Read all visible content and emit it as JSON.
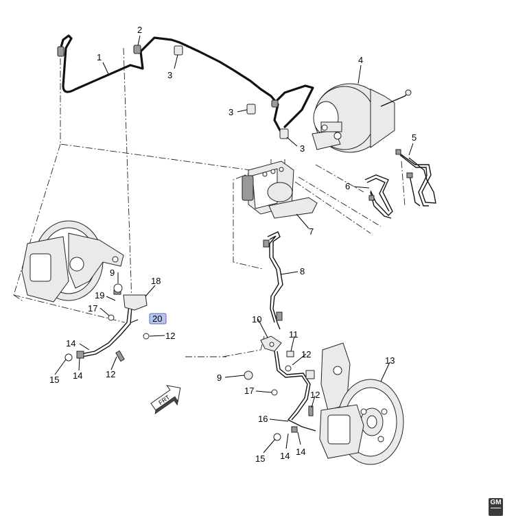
{
  "callouts": {
    "c1": "1",
    "c2": "2",
    "c3a": "3",
    "c3b": "3",
    "c3c": "3",
    "c4": "4",
    "c5": "5",
    "c6": "6",
    "c7": "7",
    "c8": "8",
    "c9a": "9",
    "c9b": "9",
    "c10": "10",
    "c11": "11",
    "c12a": "12",
    "c12b": "12",
    "c12c": "12",
    "c12d": "12",
    "c13": "13",
    "c14a": "14",
    "c14b": "14",
    "c14c": "14",
    "c14d": "14",
    "c15a": "15",
    "c15b": "15",
    "c16": "16",
    "c17a": "17",
    "c17b": "17",
    "c18": "18",
    "c19": "19",
    "c20": "20"
  },
  "highlighted_callout": "20",
  "front_indicator": "FRT",
  "logo": "GM",
  "colors": {
    "highlight": "#b7c6ee",
    "line": "#111111",
    "background": "#ffffff"
  }
}
